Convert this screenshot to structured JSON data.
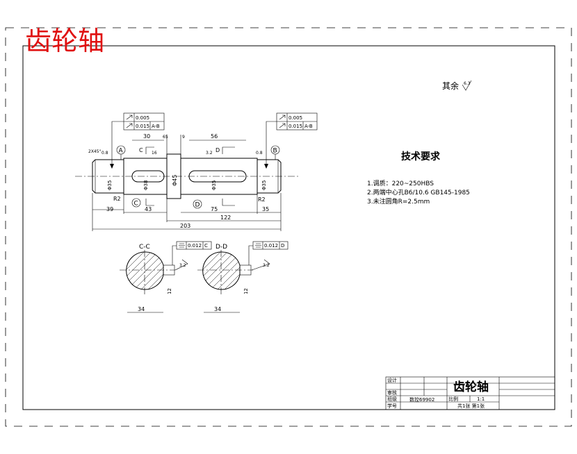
{
  "watermark_title": "齿轮轴",
  "roughness_note": "其余",
  "roughness_value": "6.3",
  "tech_requirements": {
    "title": "技术要求",
    "items": [
      "1.调质：220~250HBS",
      "2.两端中心孔B6/10.6  GB145-1985",
      "3.未注圆角R=2.5mm"
    ]
  },
  "tolerance_frames": {
    "left": {
      "runout1": "0.005",
      "runout2": "0.015",
      "datum": "A-B"
    },
    "right": {
      "runout1": "0.005",
      "runout2": "0.015",
      "datum": "A-B"
    },
    "section_c": {
      "value": "0.012",
      "datum": "C"
    },
    "section_d": {
      "value": "0.012",
      "datum": "D"
    }
  },
  "datums": {
    "a": "A",
    "b": "B",
    "c": "C",
    "d": "D"
  },
  "section_labels": {
    "c": "C-C",
    "d": "D-D"
  },
  "cut_labels": {
    "c": "C",
    "d": "D"
  },
  "dimensions": {
    "len_30": "30",
    "len_56": "56",
    "len_65": "65",
    "len_9": "9",
    "len_39": "39",
    "len_43": "43",
    "len_75": "75",
    "len_35": "35",
    "len_122": "122",
    "len_203": "203",
    "dia_45": "Φ45",
    "dia_35a": "Φ35",
    "dia_38": "Φ38",
    "dia_35b": "Φ35",
    "chamfer": "2X45°",
    "r2_left": "R2",
    "r2_right": "R2",
    "key_12a": "12",
    "key_12b": "12",
    "sec_34a": "34",
    "sec_34b": "34",
    "rough_16": "16",
    "rough_3_2": "3.2",
    "rough_08a": "0.8",
    "rough_08b": "0.8",
    "rough_32_c": "3.2",
    "rough_32_d": "3.2"
  },
  "title_block": {
    "name": "齿轮轴",
    "design_label": "设计",
    "review_label": "审核",
    "class_label": "班级",
    "id_label": "学号",
    "class_value": "数控69902",
    "scale_label": "比例",
    "scale_value": "1:1",
    "sheet_info": "共1张  第1张"
  }
}
